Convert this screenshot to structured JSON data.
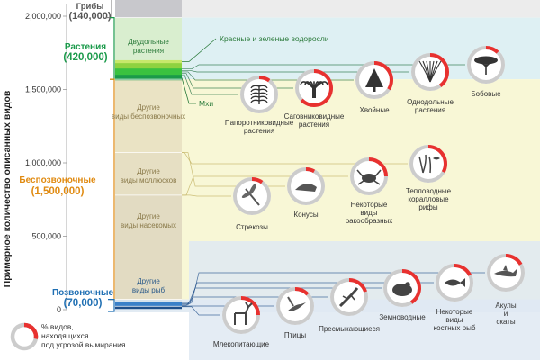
{
  "chart_data": {
    "type": "bar",
    "ylabel": "Примерное количество описанных видов",
    "ylim": [
      0,
      2130000
    ],
    "y_ticks": [
      "0",
      "500,000",
      "1,000,000",
      "1,500,000",
      "2,000,000"
    ],
    "y_tick_values": [
      0,
      500000,
      1000000,
      1500000,
      2000000
    ],
    "groups": [
      {
        "name": "Грибы",
        "value_label": "(140,000)",
        "value": 140000,
        "color": "#555555"
      },
      {
        "name": "Растения",
        "value_label": "(420,000)",
        "value": 420000,
        "color": "#1a9a4a"
      },
      {
        "name": "Беспозвоночные",
        "value_label": "(1,500,000)",
        "value": 1500000,
        "color": "#e08a10"
      },
      {
        "name": "Позвоночные",
        "value_label": "(70,000)",
        "value": 70000,
        "color": "#1f6fb3"
      }
    ],
    "segments": [
      {
        "name": "Двудольные растения",
        "from": 1700000,
        "to": 1990000,
        "color": "#d9eecf"
      },
      {
        "name": "Красные и зеленые водоросли",
        "from": 1660000,
        "to": 1700000,
        "color": "#c7e86b"
      },
      {
        "name": "Мхи",
        "from": 1570000,
        "to": 1660000,
        "color": "#3ac240"
      },
      {
        "name": "Другие виды беспозвоночных",
        "from": 1070000,
        "to": 1570000,
        "color": "#eae3c4"
      },
      {
        "name": "Другие виды моллюсков",
        "from": 780000,
        "to": 1070000,
        "color": "#e6dfc3"
      },
      {
        "name": "Другие виды насекомых",
        "from": 70000,
        "to": 780000,
        "color": "#e2dbc2"
      },
      {
        "name": "Другие виды рыб",
        "from": 20000,
        "to": 70000,
        "color": "#d6e2ec"
      }
    ],
    "labels": {
      "dicots": "Двудольные растения",
      "algae": "Красные и зеленые водоросли",
      "mosses": "Мхи",
      "other_invert": "Другие виды беспозвоночных",
      "other_mollusks": "Другие виды моллюсков",
      "other_insects": "Другие виды насекомых",
      "other_fish": "Другие виды рыб"
    },
    "circles": [
      {
        "label": "Папоротниковидные растения",
        "threatened_fraction": 0.1,
        "icon": "fern-icon"
      },
      {
        "label": "Саговниковидные растения",
        "threatened_fraction": 0.63,
        "icon": "cycad-icon"
      },
      {
        "label": "Хвойные",
        "threatened_fraction": 0.34,
        "icon": "conifer-icon"
      },
      {
        "label": "Однодольные растения",
        "threatened_fraction": 0.4,
        "icon": "monocot-icon"
      },
      {
        "label": "Бобовые",
        "threatened_fraction": 0.12,
        "icon": "acacia-tree-icon"
      },
      {
        "label": "Стрекозы",
        "threatened_fraction": 0.1,
        "icon": "dragonfly-icon"
      },
      {
        "label": "Конусы",
        "threatened_fraction": 0.08,
        "icon": "cone-snail-icon"
      },
      {
        "label": "Некоторые виды ракообразных",
        "threatened_fraction": 0.25,
        "icon": "crab-icon"
      },
      {
        "label": "Тепловодные коралловые рифы",
        "threatened_fraction": 0.33,
        "icon": "coral-icon"
      },
      {
        "label": "Млекопитающие",
        "threatened_fraction": 0.25,
        "icon": "deer-icon"
      },
      {
        "label": "Птицы",
        "threatened_fraction": 0.13,
        "icon": "hummingbird-icon"
      },
      {
        "label": "Пресмыкающиеся",
        "threatened_fraction": 0.2,
        "icon": "lizard-icon"
      },
      {
        "label": "Земноводные",
        "threatened_fraction": 0.41,
        "icon": "frog-icon"
      },
      {
        "label": "Некоторые виды костных рыб",
        "threatened_fraction": 0.18,
        "icon": "fish-icon"
      },
      {
        "label": "Акулы и скаты",
        "threatened_fraction": 0.17,
        "icon": "shark-icon"
      }
    ],
    "legend_text": "% видов, находящихся под угрозой вымирания",
    "colors": {
      "threatened": "#e8312f",
      "not_threatened": "#cccccc"
    }
  }
}
